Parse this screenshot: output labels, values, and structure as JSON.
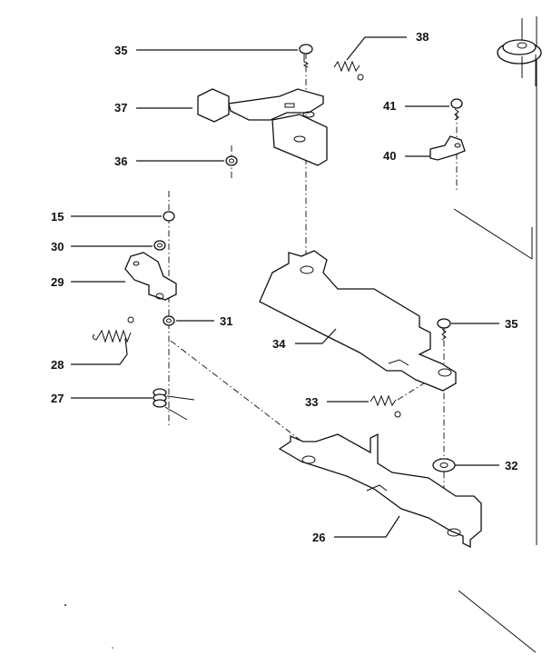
{
  "labels": {
    "p35a": "35",
    "p38": "38",
    "p37": "37",
    "p41": "41",
    "p36": "36",
    "p40": "40",
    "p15": "15",
    "p30": "30",
    "p29": "29",
    "p31": "31",
    "p35b": "35",
    "p34": "34",
    "p28": "28",
    "p27": "27",
    "p33": "33",
    "p32": "32",
    "p26": "26"
  }
}
